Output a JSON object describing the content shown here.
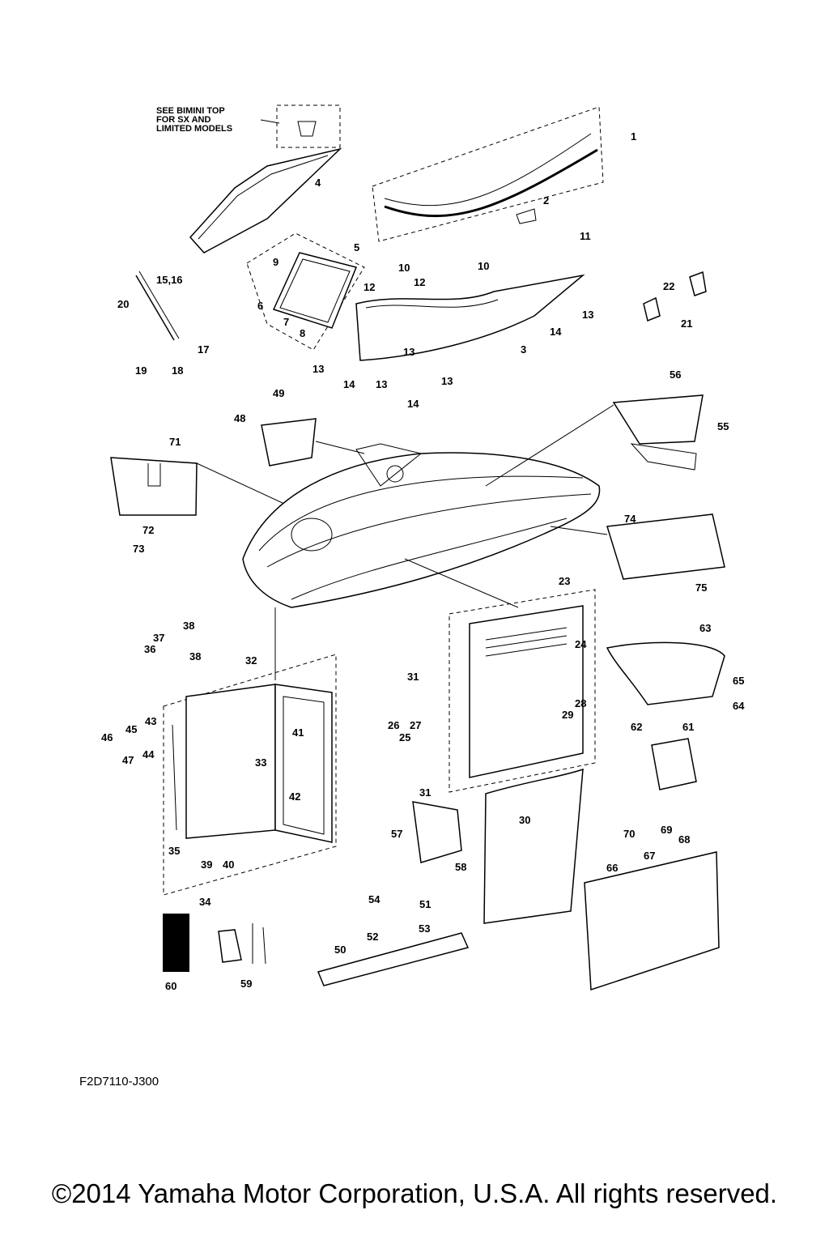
{
  "note": {
    "lines": [
      "SEE BIMINI TOP",
      "FOR SX AND",
      "LIMITED MODELS"
    ]
  },
  "callouts": [
    "1",
    "2",
    "3",
    "4",
    "5",
    "6",
    "7",
    "8",
    "9",
    "10",
    "10",
    "11",
    "12",
    "12",
    "13",
    "13",
    "13",
    "13",
    "13",
    "14",
    "14",
    "14",
    "15,16",
    "17",
    "18",
    "19",
    "20",
    "21",
    "22",
    "23",
    "24",
    "25",
    "26",
    "27",
    "28",
    "29",
    "30",
    "31",
    "31",
    "32",
    "33",
    "34",
    "35",
    "36",
    "37",
    "38",
    "38",
    "39",
    "40",
    "41",
    "42",
    "43",
    "44",
    "45",
    "46",
    "47",
    "48",
    "49",
    "50",
    "51",
    "52",
    "53",
    "54",
    "55",
    "56",
    "57",
    "58",
    "59",
    "60",
    "61",
    "62",
    "63",
    "64",
    "65",
    "66",
    "67",
    "68",
    "69",
    "70",
    "71",
    "72",
    "73",
    "74",
    "75"
  ],
  "drawing_code": "F2D7110-J300",
  "copyright": "©2014 Yamaha Motor Corporation, U.S.A. All rights reserved."
}
